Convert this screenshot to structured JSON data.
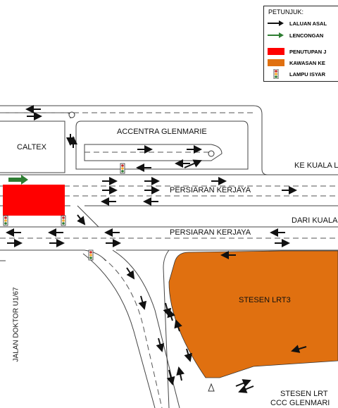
{
  "legend": {
    "title": "PETUNJUK:",
    "items": [
      {
        "symbol": "black-arrow-icon",
        "label": "LALUAN ASAL",
        "color": "#111111"
      },
      {
        "symbol": "green-arrow-icon",
        "label": "LENCONGAN",
        "color": "#2e7d32"
      },
      {
        "symbol": "red-swatch",
        "label": "PENUTUPAN J",
        "color": "#ff0000"
      },
      {
        "symbol": "orange-swatch",
        "label": "KAWASAN KE",
        "color": "#e07010"
      },
      {
        "symbol": "traffic-light-icon",
        "label": "LAMPU ISYAR",
        "color": "#333333"
      }
    ]
  },
  "labels": {
    "caltex": "CALTEX",
    "accentra": "ACCENTRA GLENMARIE",
    "ke_kuala": "KE KUALA L",
    "persiaran_kerjaya_top": "PERSIARAN KERJAYA",
    "dari_kuala": "DARI KUALA",
    "persiaran_kerjaya_bottom": "PERSIARAN KERJAYA",
    "jalan_doktor": "JALAN DOKTOR U1/67",
    "stesen_lrt3": "STESEN LRT3",
    "stesen_lrt": "STESEN LRT",
    "ccc_glenmarie": "CCC GLENMARI"
  },
  "colors": {
    "closure": "#ff0000",
    "lrt_area": "#e07010",
    "detour": "#2e7d32",
    "arrow": "#111111"
  }
}
